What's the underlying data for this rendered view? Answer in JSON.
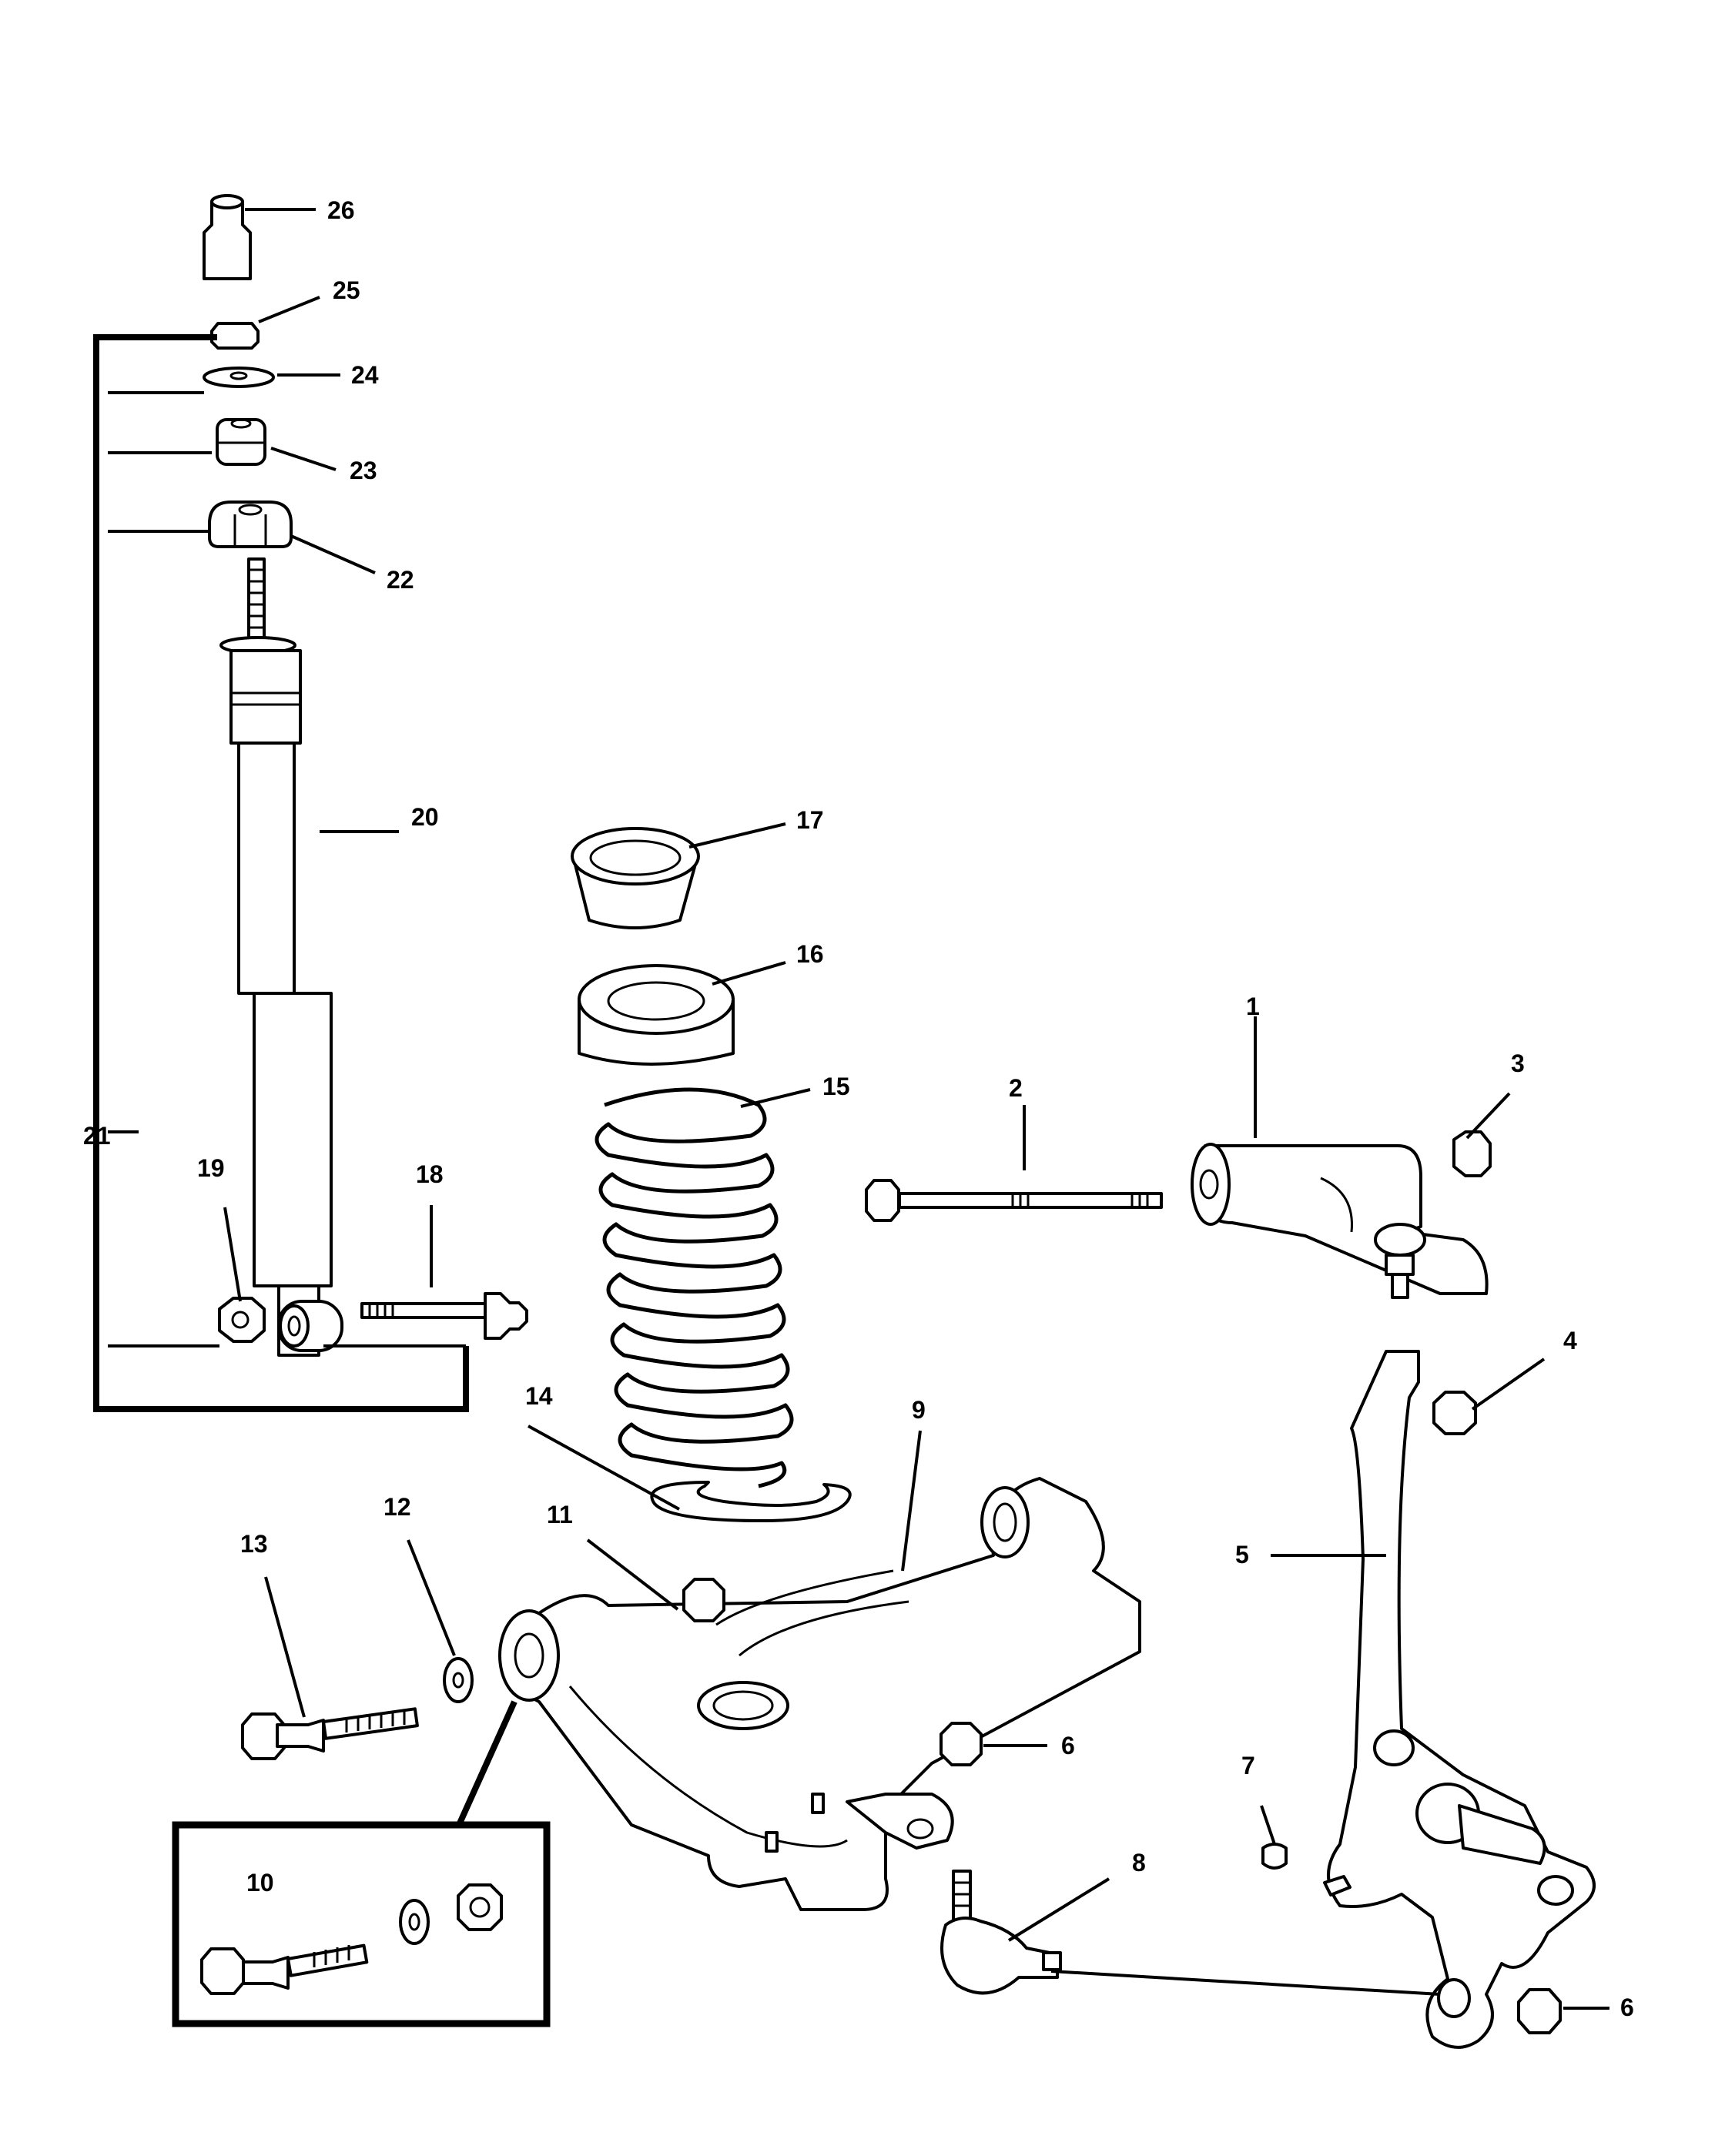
{
  "callouts": {
    "c1": "1",
    "c2": "2",
    "c3": "3",
    "c4": "4",
    "c5": "5",
    "c6a": "6",
    "c6b": "6",
    "c7": "7",
    "c8": "8",
    "c9": "9",
    "c10": "10",
    "c11": "11",
    "c12": "12",
    "c13": "13",
    "c14": "14",
    "c15": "15",
    "c16": "16",
    "c17": "17",
    "c18": "18",
    "c19": "19",
    "c20": "20",
    "c21": "21",
    "c22": "22",
    "c23": "23",
    "c24": "24",
    "c25": "25",
    "c26": "26"
  },
  "parts": [
    "upper-control-arm",
    "upper-arm-bolt",
    "upper-arm-nut",
    "knuckle-nut",
    "steering-knuckle",
    "nut",
    "bushing",
    "ball-joint",
    "lower-control-arm",
    "bolt-kit",
    "nut",
    "washer",
    "cam-bolt",
    "spring-isolator",
    "coil-spring",
    "spring-seat",
    "spring-insulator",
    "lower-shock-bolt",
    "shock-nut",
    "shock-absorber",
    "shock-kit",
    "lower-mount",
    "upper-mount",
    "retainer",
    "mount-nut",
    "jounce-bumper"
  ]
}
